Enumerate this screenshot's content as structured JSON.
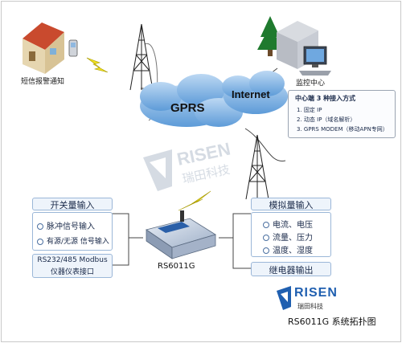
{
  "labels": {
    "sms_alarm": "短信报警通知",
    "monitor_center": "监控中心",
    "gprs": "GPRS",
    "internet": "Internet",
    "device": "RS6011G",
    "title": "RS6011G 系统拓扑图"
  },
  "access_box": {
    "title": "中心端 3 种接入方式",
    "items": [
      "1. 固定 IP",
      "2. 动态 IP（域名解析）",
      "3. GPRS MODEM（移动APN专网）"
    ]
  },
  "digital_input": {
    "title": "开关量输入",
    "items": [
      "脉冲信号输入",
      "有源/无源 信号输入"
    ]
  },
  "serial_box": {
    "line1": "RS232/485 Modbus",
    "line2": "仪器仪表接口"
  },
  "analog_input": {
    "title": "模拟量输入",
    "items": [
      "电流、电压",
      "流量、压力",
      "温度、湿度"
    ]
  },
  "relay": {
    "title": "继电器输出"
  },
  "logo": {
    "brand": "RISEN",
    "brand_cn": "瑞田科技"
  },
  "watermark": {
    "brand": "RISEN",
    "brand_cn": "瑞田科技"
  },
  "colors": {
    "box_border": "#9bb7d8",
    "box_fill": "#eef4fb",
    "cloud": "#7fb2e6",
    "lightning": "#f0e020",
    "logo_blue": "#1f5fb0"
  }
}
